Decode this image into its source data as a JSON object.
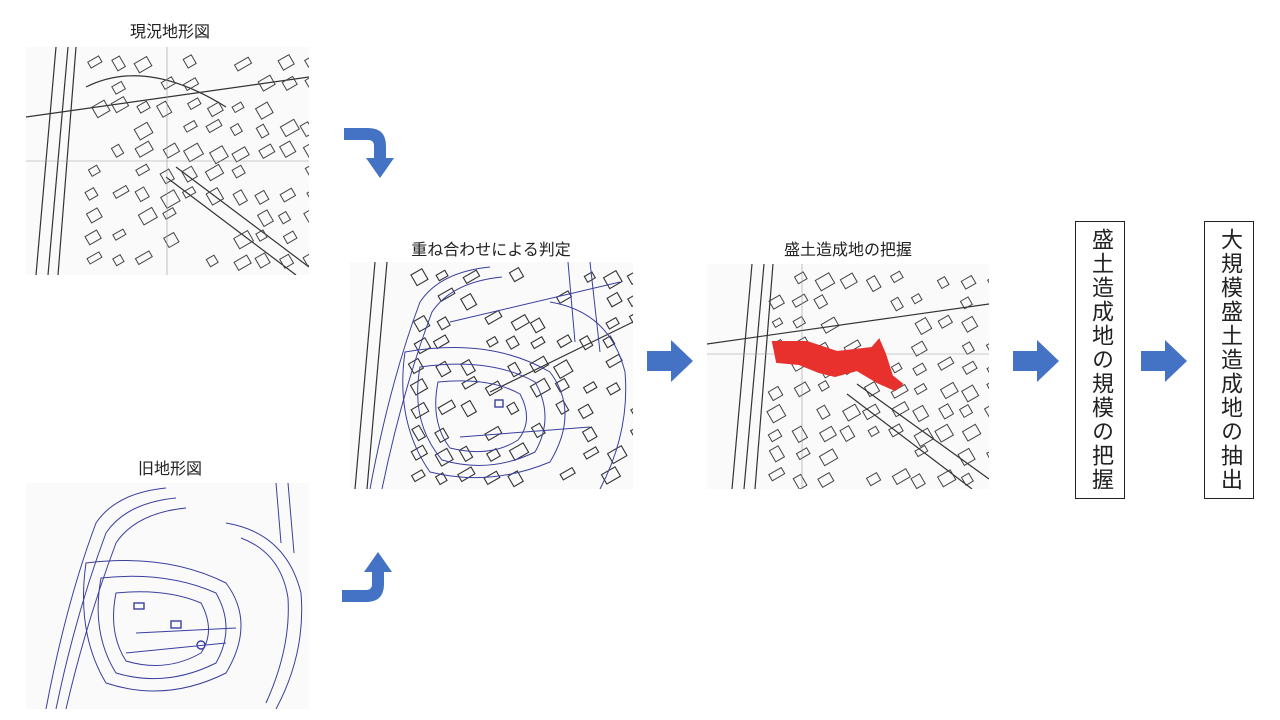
{
  "labels": {
    "current_map": "現況地形図",
    "old_map": "旧地形図",
    "overlay": "重ね合わせによる判定",
    "fill_grasp": "盛土造成地の把握"
  },
  "boxes": {
    "scale_grasp": "盛土造成地の規模の把握",
    "extract": "大規模盛土造成地の抽出"
  },
  "colors": {
    "arrow": "#4472c4",
    "old_map_line": "#3a3f9e",
    "fill_area": "#e8312c",
    "map_line": "#333333"
  }
}
